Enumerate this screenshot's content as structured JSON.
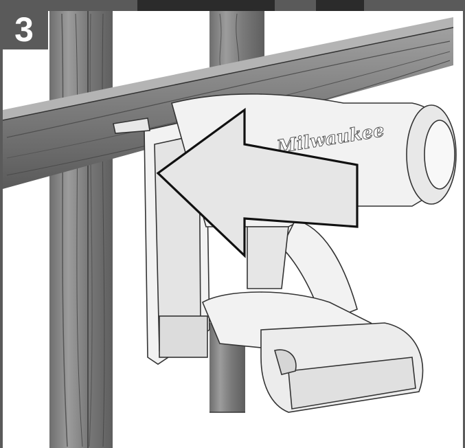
{
  "step": {
    "number": "3"
  },
  "brand": {
    "logo_text": "Milwaukee"
  },
  "colors": {
    "frame_gray": "#5a5a5a",
    "arrow_fill": "#e6e6e6",
    "wood": "#8a8a8a",
    "tool_light": "#f2f2f2"
  },
  "instruction": {
    "arrow_direction": "left"
  }
}
